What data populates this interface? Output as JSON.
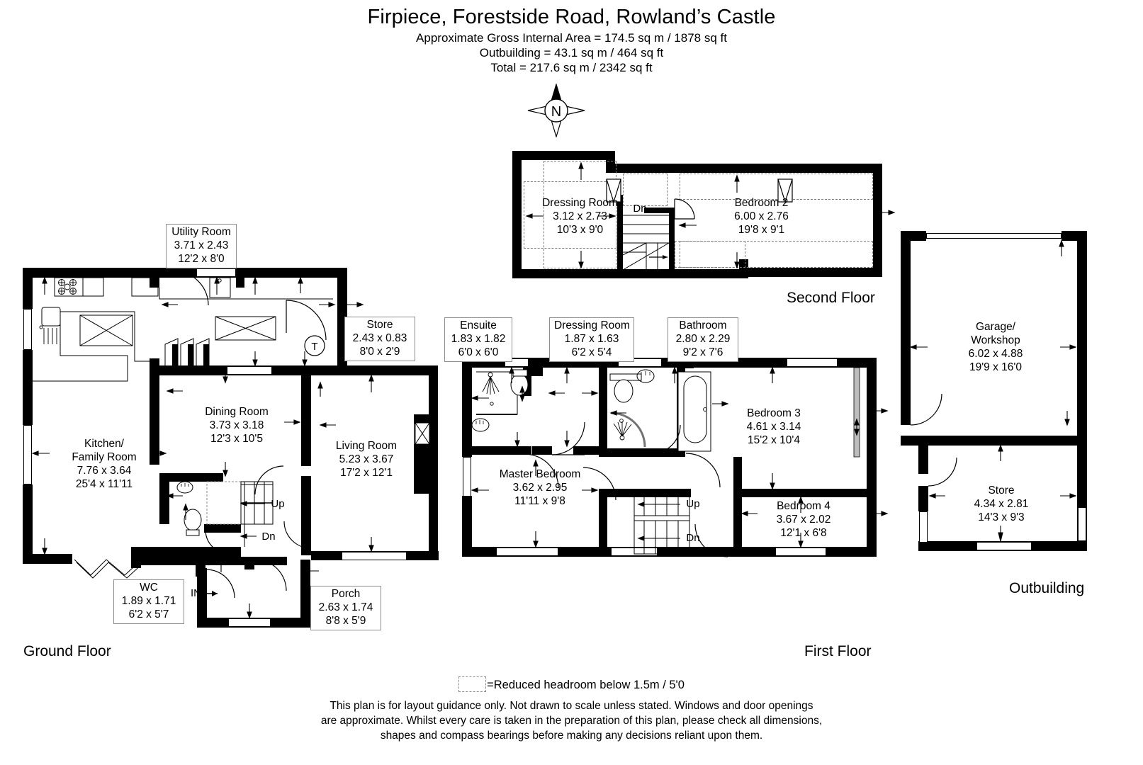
{
  "header": {
    "title": "Firpiece, Forestside Road, Rowland’s Castle",
    "area_line1": "Approximate Gross Internal Area = 174.5 sq m / 1878 sq ft",
    "area_line2": "Outbuilding = 43.1 sq m / 464 sq ft",
    "area_line3": "Total = 217.6 sq m / 2342 sq ft"
  },
  "compass": {
    "label": "N"
  },
  "floor_captions": {
    "ground": "Ground Floor",
    "first": "First Floor",
    "second": "Second Floor",
    "outbuilding": "Outbuilding"
  },
  "ground_floor": {
    "rooms": [
      {
        "name": "Utility Room",
        "metric": "3.71 x 2.43",
        "imperial": "12'2 x 8'0",
        "boxed": true
      },
      {
        "name": "Store",
        "metric": "2.43 x 0.83",
        "imperial": "8'0 x 2'9",
        "boxed": true
      },
      {
        "name": "Kitchen/",
        "name2": "Family Room",
        "metric": "7.76 x 3.64",
        "imperial": "25'4 x 11'11",
        "boxed": false
      },
      {
        "name": "Dining Room",
        "metric": "3.73 x 3.18",
        "imperial": "12'3 x 10'5",
        "boxed": false
      },
      {
        "name": "Living Room",
        "metric": "5.23 x 3.67",
        "imperial": "17'2 x 12'1",
        "boxed": false
      },
      {
        "name": "WC",
        "metric": "1.89 x 1.71",
        "imperial": "6'2 x 5'7",
        "boxed": true
      },
      {
        "name": "Porch",
        "metric": "2.63 x 1.74",
        "imperial": "8'8 x 5'9",
        "boxed": true
      }
    ],
    "annotations": {
      "stairs_up": "Up",
      "stairs_dn": "Dn",
      "entrance": "IN",
      "tank": "T"
    }
  },
  "first_floor": {
    "rooms": [
      {
        "name": "Ensuite",
        "metric": "1.83 x 1.82",
        "imperial": "6'0 x 6'0",
        "boxed": true
      },
      {
        "name": "Dressing Room",
        "metric": "1.87 x 1.63",
        "imperial": "6'2 x 5'4",
        "boxed": true
      },
      {
        "name": "Bathroom",
        "metric": "2.80 x 2.29",
        "imperial": "9'2 x 7'6",
        "boxed": true
      },
      {
        "name": "Master Bedroom",
        "metric": "3.62 x 2.95",
        "imperial": "11'11 x 9'8",
        "boxed": false
      },
      {
        "name": "Bedroom 3",
        "metric": "4.61 x 3.14",
        "imperial": "15'2 x 10'4",
        "boxed": false
      },
      {
        "name": "Bedroom 4",
        "metric": "3.67 x 2.02",
        "imperial": "12'1 x 6'8",
        "boxed": false
      }
    ],
    "annotations": {
      "stairs_up": "Up",
      "stairs_dn": "Dn"
    }
  },
  "second_floor": {
    "rooms": [
      {
        "name": "Dressing Room",
        "metric": "3.12 x 2.73",
        "imperial": "10'3 x 9'0",
        "boxed": false
      },
      {
        "name": "Bedroom 2",
        "metric": "6.00 x 2.76",
        "imperial": "19'8 x 9'1",
        "boxed": false
      }
    ],
    "annotations": {
      "stairs_dn": "Dn"
    }
  },
  "outbuilding": {
    "rooms": [
      {
        "name": "Garage/",
        "name2": "Workshop",
        "metric": "6.02 x 4.88",
        "imperial": "19'9 x 16'0",
        "boxed": false
      },
      {
        "name": "Store",
        "metric": "4.34 x 2.81",
        "imperial": "14'3 x 9'3",
        "boxed": false
      }
    ]
  },
  "footer": {
    "legend_text": "=Reduced headroom below 1.5m / 5'0",
    "disclaimer_line1": "This plan is for layout guidance only. Not drawn to scale unless stated. Windows and door openings",
    "disclaimer_line2": "are approximate. Whilst every care is taken in the preparation of this plan, please check all dimensions,",
    "disclaimer_line3": "shapes and compass bearings before making any decisions reliant upon them."
  },
  "colors": {
    "wall": "#000000",
    "paper": "#ffffff",
    "dashed": "#7d7d7d",
    "labelborder": "#8d8d8d"
  }
}
